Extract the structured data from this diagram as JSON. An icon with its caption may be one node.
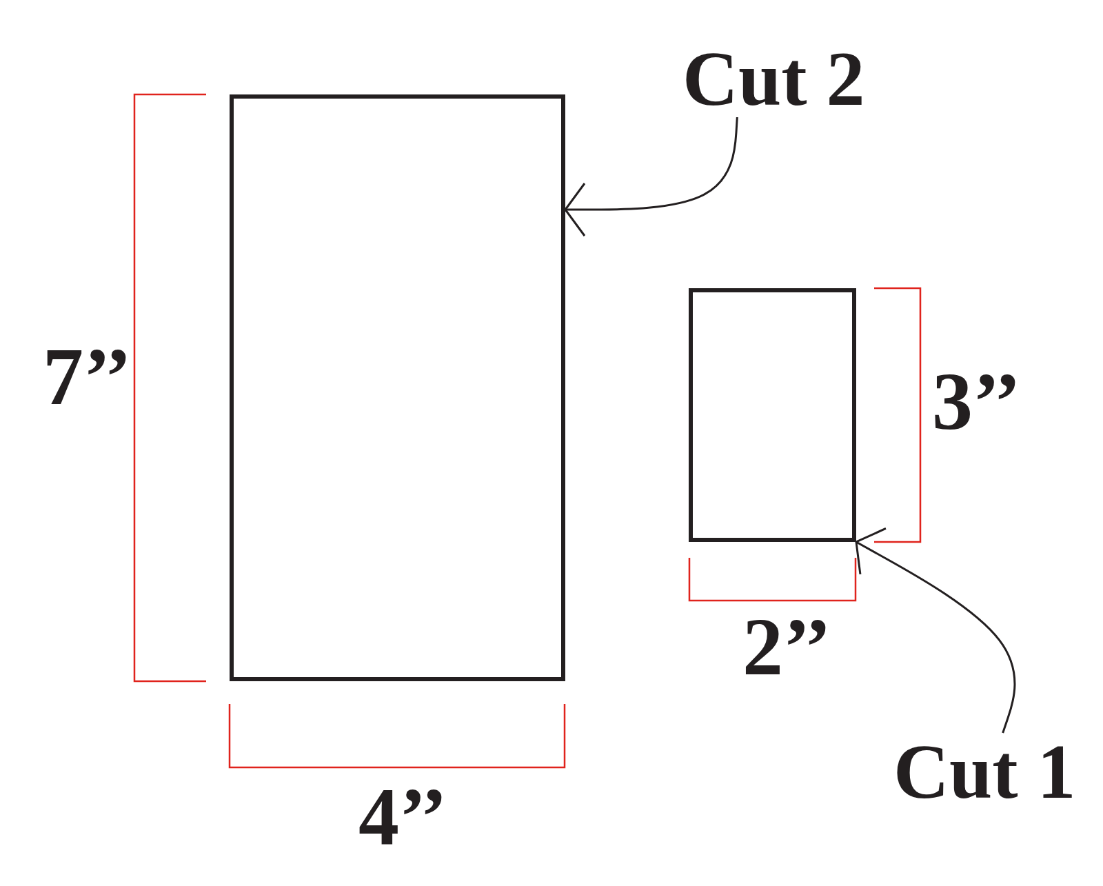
{
  "diagram": {
    "nodes": [
      {
        "text": [
          "Cut 2"
        ]
      },
      {
        "text": [],
        "shape": "box"
      },
      {
        "text": [],
        "shape": "box"
      },
      {
        "text": [
          "Cut 1"
        ]
      }
    ],
    "edges": [
      {
        "from": 0,
        "to": 1,
        "arrow": "to"
      },
      {
        "from": 3,
        "to": 2,
        "arrow": "to"
      }
    ],
    "labels": [
      "7’’",
      "4’’",
      "3’’",
      "2’’"
    ]
  }
}
